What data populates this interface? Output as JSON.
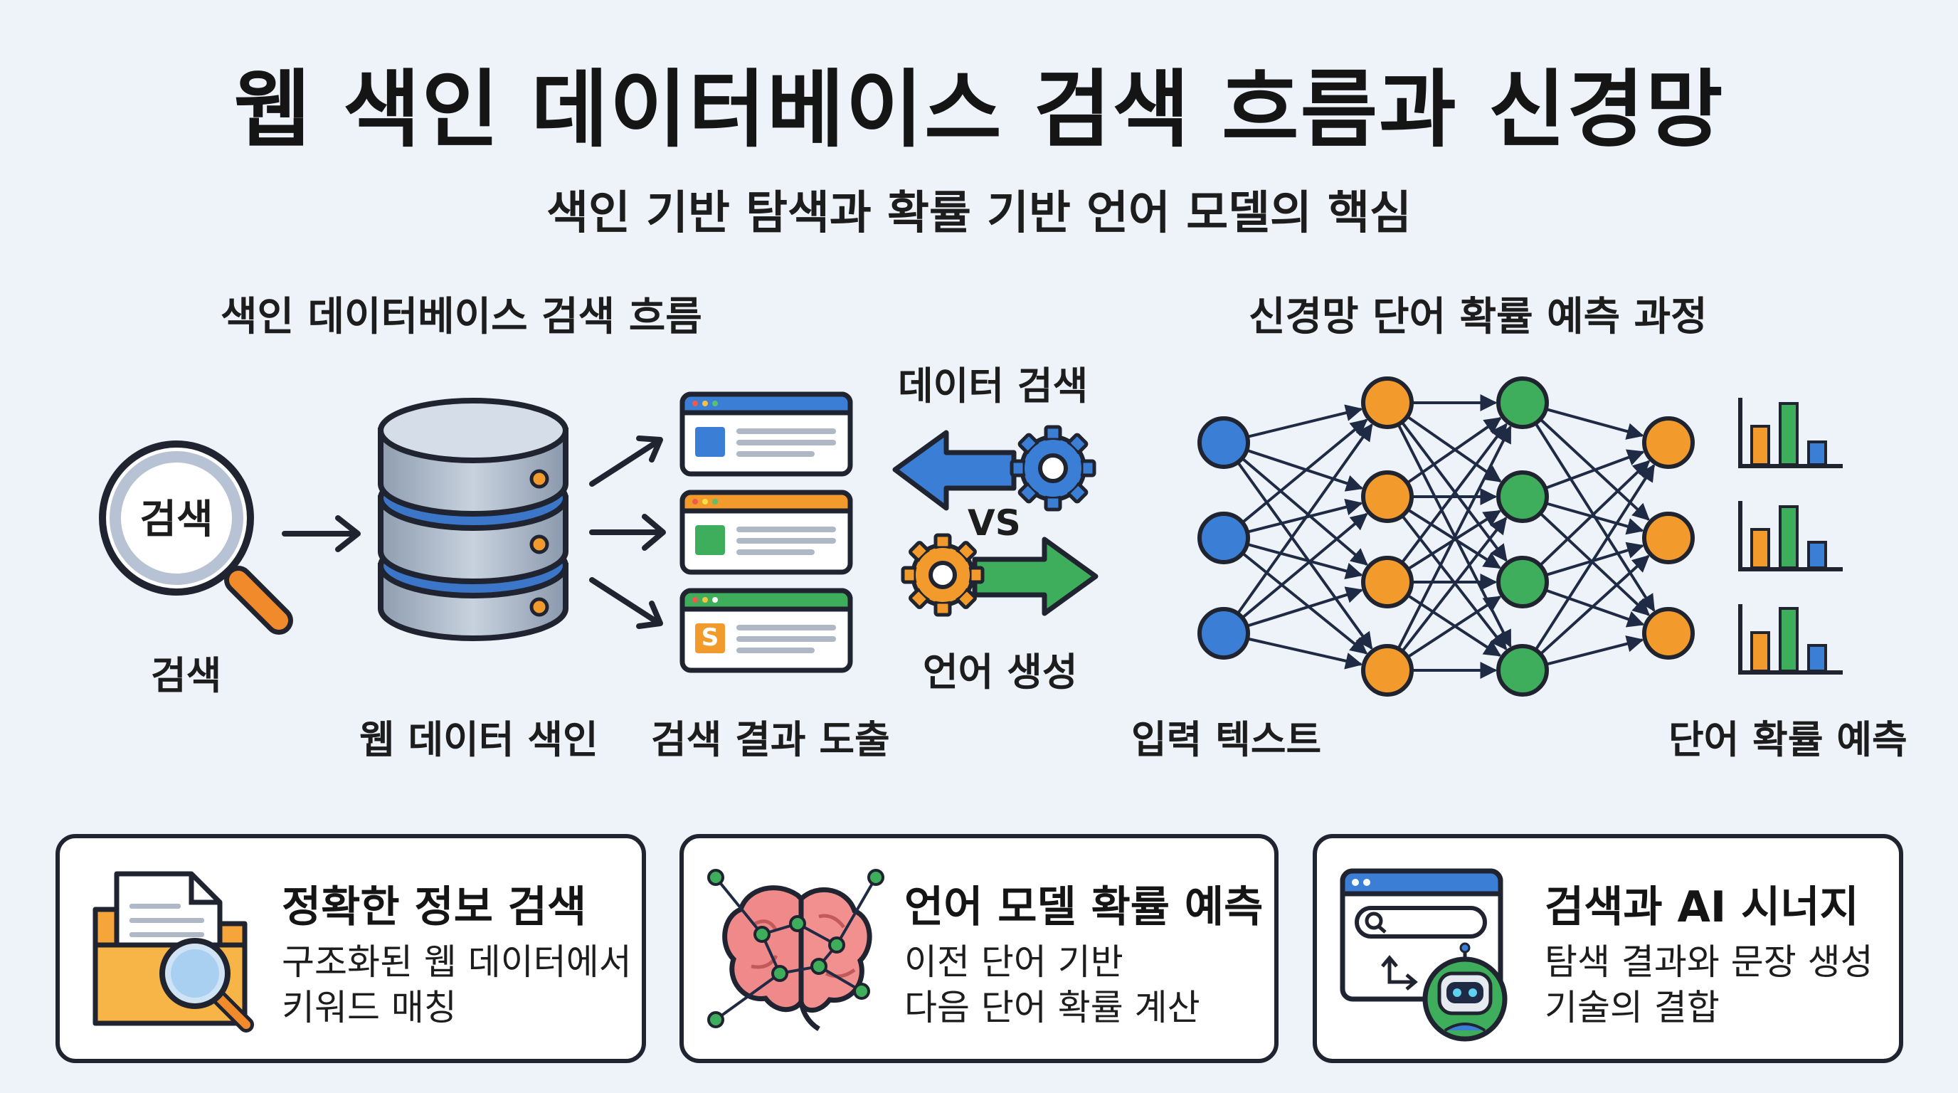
{
  "title": "웹 색인 데이터베이스 검색 흐름과 신경망",
  "subtitle": "색인 기반 탐색과 확률 기반 언어 모델의 핵심",
  "left_section": {
    "heading": "색인 데이터베이스 검색 흐름",
    "magnifier_text": "검색",
    "search_label": "검색",
    "index_label": "웹 데이터 색인",
    "results_label": "검색 결과 도출",
    "result_doc_badge": "S"
  },
  "middle": {
    "top_label": "데이터 검색",
    "vs": "VS",
    "bottom_label": "언어 생성"
  },
  "right_section": {
    "heading": "신경망 단어 확률 예측 과정",
    "input_label": "입력 텍스트",
    "output_label": "단어 확률 예측"
  },
  "cards": [
    {
      "title": "정확한 정보 검색",
      "line1": "구조화된 웹 데이터에서",
      "line2": "키워드 매칭",
      "icon": "folder-search-icon"
    },
    {
      "title": "언어 모델 확률 예측",
      "line1": "이전 단어 기반",
      "line2": "다음 단어 확률 계산",
      "icon": "brain-network-icon"
    },
    {
      "title": "검색과 AI 시너지",
      "line1": "탐색 결과와 문장 생성",
      "line2": "기술의 결합",
      "icon": "search-robot-icon"
    }
  ],
  "colors": {
    "blue": "#3a7fd5",
    "orange": "#f39a2c",
    "green": "#3fae5c",
    "dark": "#1f2a44"
  }
}
